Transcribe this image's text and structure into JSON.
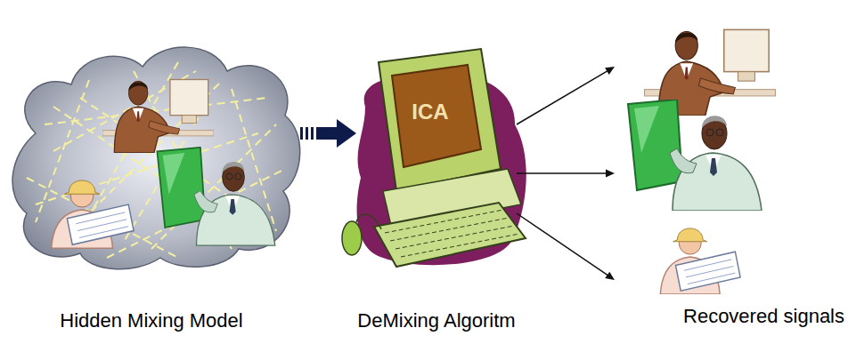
{
  "diagram": {
    "nodes": [
      {
        "text": [
          "Hidden Mixing Model"
        ]
      },
      {
        "text": [
          "ICA",
          "DeMixing Algoritm"
        ]
      },
      {
        "text": [
          "Recovered signals"
        ]
      }
    ],
    "edges": [
      {
        "from": 0,
        "to": 1,
        "arrow": "to"
      },
      {
        "from": 1,
        "to": 2,
        "arrow": "to"
      },
      {
        "from": 1,
        "to": 2,
        "arrow": "to"
      },
      {
        "from": 1,
        "to": 2,
        "arrow": "to"
      }
    ]
  }
}
